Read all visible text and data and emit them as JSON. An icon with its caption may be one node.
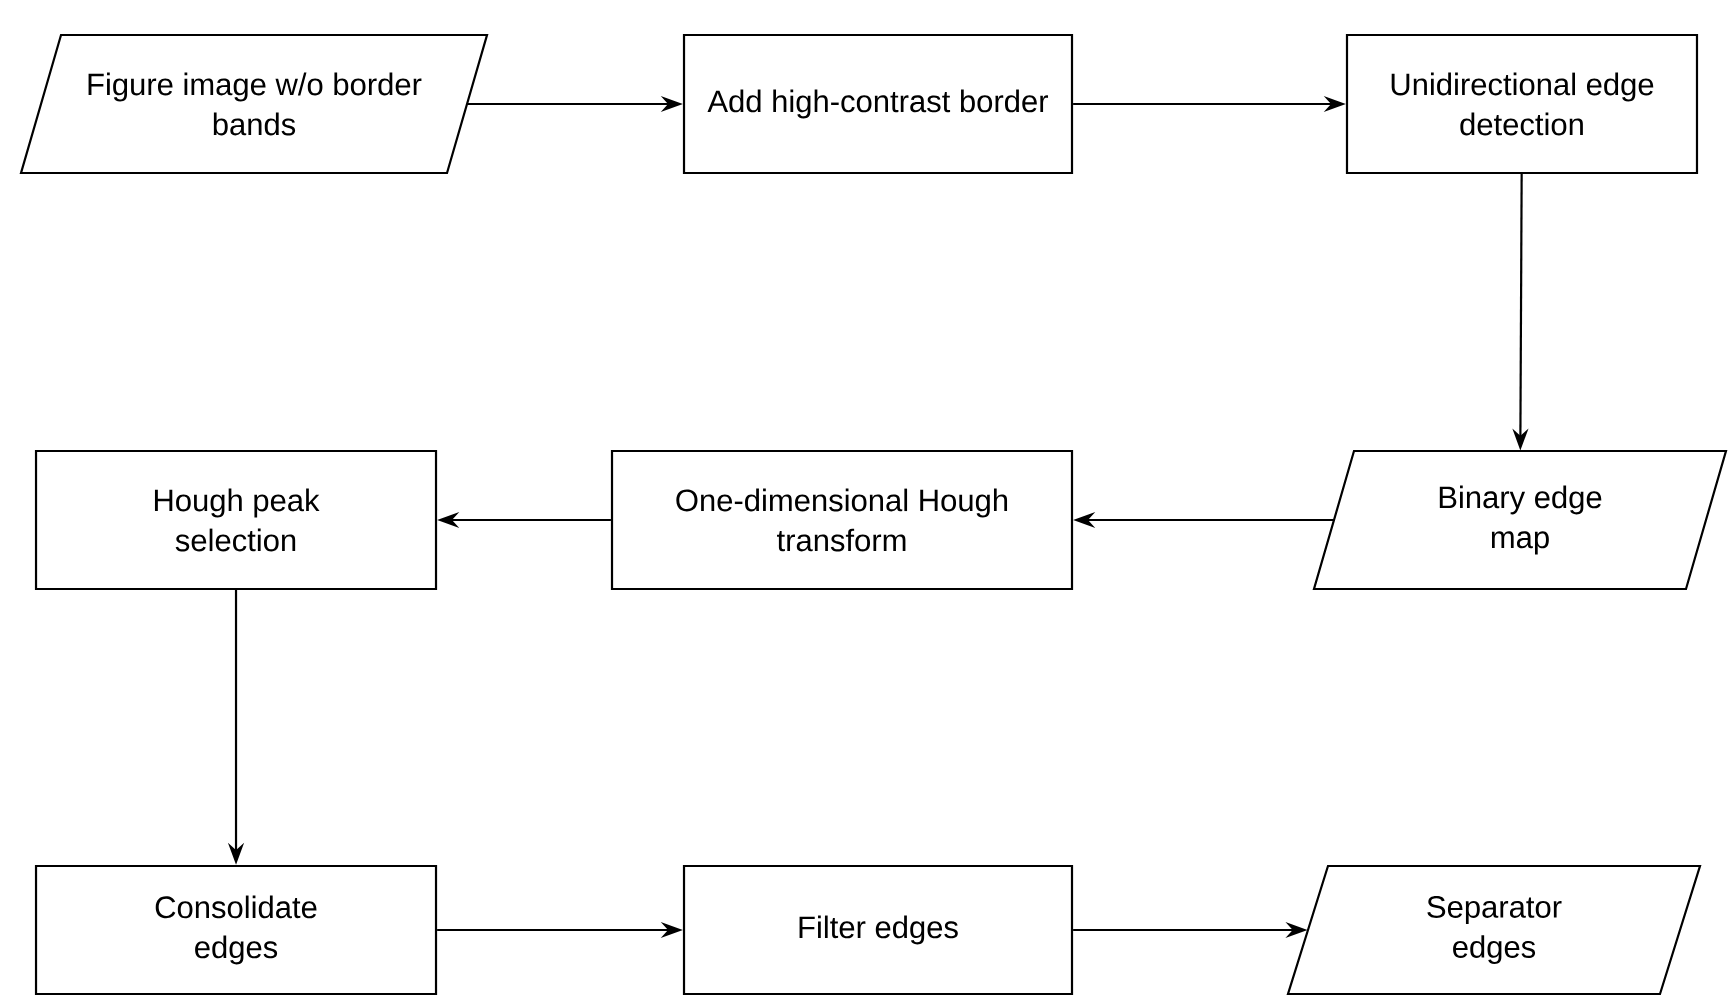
{
  "diagram": {
    "nodes": [
      {
        "text": [
          "Figure image w/o border bands"
        ]
      },
      {
        "text": [
          "Add high-contrast border"
        ]
      },
      {
        "text": [
          "Unidirectional edge detection"
        ]
      },
      {
        "text": [
          "Binary edge map"
        ]
      },
      {
        "text": [
          "One-dimensional Hough transform"
        ]
      },
      {
        "text": [
          "Hough peak selection"
        ]
      },
      {
        "text": [
          "Consolidate edges"
        ]
      },
      {
        "text": [
          "Filter edges"
        ]
      },
      {
        "text": [
          "Separator edges"
        ]
      }
    ],
    "edges": [
      {
        "from": 0,
        "to": 1,
        "arrow": "to"
      },
      {
        "from": 1,
        "to": 2,
        "arrow": "to"
      },
      {
        "from": 2,
        "to": 3,
        "arrow": "to"
      },
      {
        "from": 3,
        "to": 4,
        "arrow": "to"
      },
      {
        "from": 4,
        "to": 5,
        "arrow": "to"
      },
      {
        "from": 5,
        "to": 6,
        "arrow": "to"
      },
      {
        "from": 6,
        "to": 7,
        "arrow": "to"
      },
      {
        "from": 7,
        "to": 8,
        "arrow": "to"
      }
    ]
  }
}
